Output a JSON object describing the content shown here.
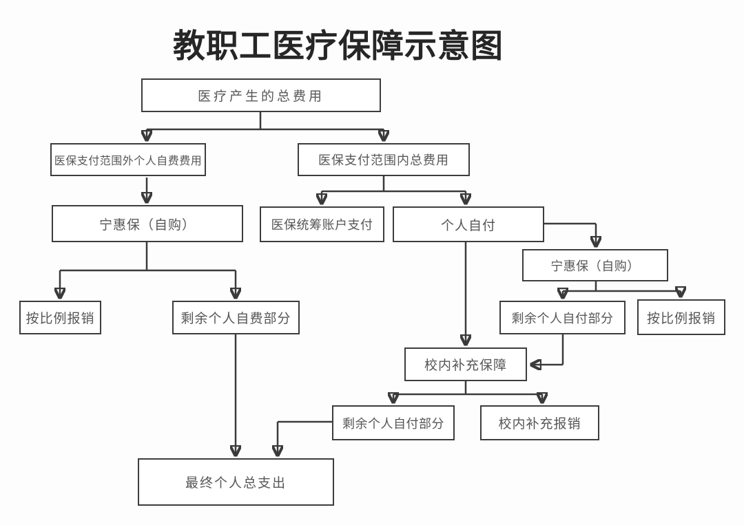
{
  "title": "教职工医疗保障示意图",
  "nodes": {
    "total_cost": {
      "label": "医疗产生的总费用"
    },
    "outside_scope": {
      "label": "医保支付范围外个人自费费用"
    },
    "inside_scope": {
      "label": "医保支付范围内总费用"
    },
    "ninghuibao_left": {
      "label": "宁惠保（自购）"
    },
    "pooled_account": {
      "label": "医保统筹账户支付"
    },
    "personal_pay": {
      "label": "个人自付"
    },
    "ninghuibao_right": {
      "label": "宁惠保（自购）"
    },
    "prop_reimb_left": {
      "label": "按比例报销"
    },
    "remaining_self_fee": {
      "label": "剩余个人自费部分"
    },
    "remaining_self_pay_right": {
      "label": "剩余个人自付部分"
    },
    "prop_reimb_right": {
      "label": "按比例报销"
    },
    "campus_supplement": {
      "label": "校内补充保障"
    },
    "remaining_self_pay_bottom": {
      "label": "剩余个人自付部分"
    },
    "campus_reimb": {
      "label": "校内补充报销"
    },
    "final_total": {
      "label": "最终个人总支出"
    }
  },
  "edges": [
    {
      "from": "total_cost",
      "to": "outside_scope"
    },
    {
      "from": "total_cost",
      "to": "inside_scope"
    },
    {
      "from": "outside_scope",
      "to": "ninghuibao_left"
    },
    {
      "from": "inside_scope",
      "to": "pooled_account"
    },
    {
      "from": "inside_scope",
      "to": "personal_pay"
    },
    {
      "from": "personal_pay",
      "to": "ninghuibao_right"
    },
    {
      "from": "ninghuibao_left",
      "to": "prop_reimb_left"
    },
    {
      "from": "ninghuibao_left",
      "to": "remaining_self_fee"
    },
    {
      "from": "ninghuibao_right",
      "to": "remaining_self_pay_right"
    },
    {
      "from": "ninghuibao_right",
      "to": "prop_reimb_right"
    },
    {
      "from": "personal_pay",
      "to": "campus_supplement"
    },
    {
      "from": "remaining_self_pay_right",
      "to": "campus_supplement"
    },
    {
      "from": "campus_supplement",
      "to": "remaining_self_pay_bottom"
    },
    {
      "from": "campus_supplement",
      "to": "campus_reimb"
    },
    {
      "from": "remaining_self_fee",
      "to": "final_total"
    },
    {
      "from": "remaining_self_pay_bottom",
      "to": "final_total"
    }
  ],
  "colors": {
    "line": "#3a3a3a",
    "box_border": "#3c3c3c",
    "box_text": "#565656",
    "title_text": "#262626",
    "background": "#fdfdfd"
  }
}
